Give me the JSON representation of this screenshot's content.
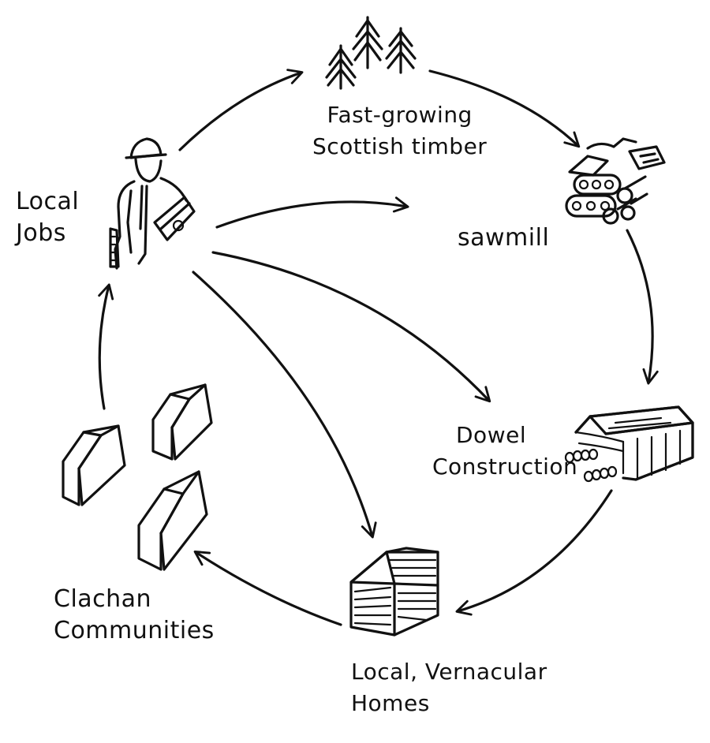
{
  "labels": {
    "timber": [
      "Fast-growing",
      "Scottish timber"
    ],
    "sawmill": [
      "sawmill"
    ],
    "dowel": [
      "Dowel",
      "Construction"
    ],
    "homes": [
      "Local, Vernacular",
      "Homes"
    ],
    "clachan": [
      "Clachan",
      "Communities"
    ],
    "jobs": [
      "Local",
      "Jobs"
    ]
  },
  "colors": {
    "ink": "#111111",
    "paper": "#ffffff"
  },
  "icons": [
    "trees-icon",
    "sawmill-machine-icon",
    "dowel-stack-icon",
    "house-icon",
    "clachan-houses-icon",
    "worker-icon"
  ]
}
